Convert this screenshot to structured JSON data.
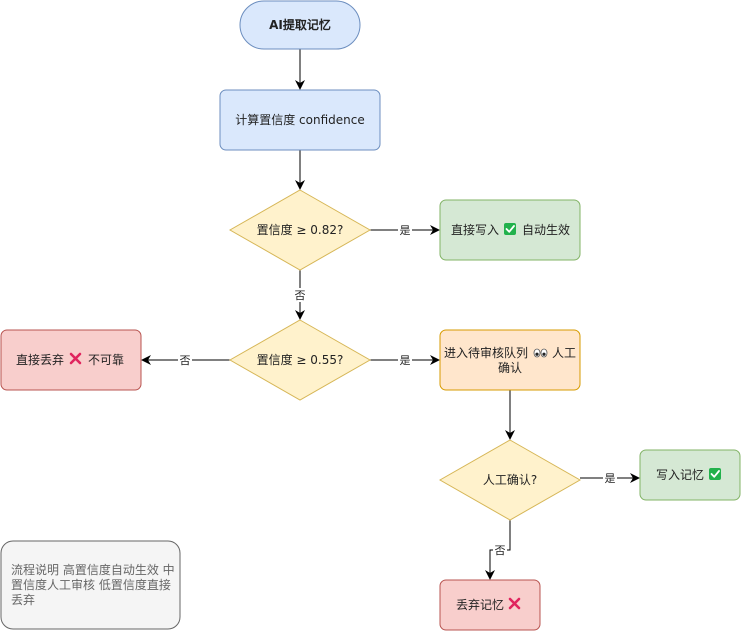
{
  "nodes": {
    "start": {
      "label": "AI提取记忆",
      "fill": "#dae8fc",
      "stroke": "#6c8ebf"
    },
    "calc": {
      "label": "计算置信度 confidence",
      "fill": "#dae8fc",
      "stroke": "#6c8ebf"
    },
    "dec1": {
      "label": "置信度 ≥ 0.82?",
      "fill": "#fff2cc",
      "stroke": "#d6b656"
    },
    "write_direct": {
      "label_a": "直接写入",
      "label_b": "自动生效",
      "icon": "check-mark",
      "fill": "#d5e8d4",
      "stroke": "#82b366"
    },
    "dec2": {
      "label": "置信度 ≥ 0.55?",
      "fill": "#fff2cc",
      "stroke": "#d6b656"
    },
    "discard_direct": {
      "label_a": "直接丢弃",
      "label_b": "不可靠",
      "icon": "cross-mark",
      "fill": "#f8cecc",
      "stroke": "#b85450"
    },
    "queue": {
      "label_a": "进入待审核队列",
      "label_b": "人工",
      "label_c": "确认",
      "icon": "eyes",
      "fill": "#ffe6cc",
      "stroke": "#d79b00"
    },
    "dec3": {
      "label": "人工确认?",
      "fill": "#fff2cc",
      "stroke": "#d6b656"
    },
    "write_mem": {
      "label": "写入记忆",
      "icon": "check-mark",
      "fill": "#d5e8d4",
      "stroke": "#82b366"
    },
    "discard_mem": {
      "label": "丢弃记忆",
      "icon": "cross-mark",
      "fill": "#f8cecc",
      "stroke": "#b85450"
    },
    "note": {
      "line1": "流程说明 高置信度自动生效 中",
      "line2": "置信度人工审核 低置信度直接",
      "line3": "丢弃",
      "fill": "#f5f5f5",
      "stroke": "#666666"
    }
  },
  "edges": {
    "yes1": "是",
    "no1": "否",
    "yes2": "是",
    "no2": "否",
    "yes3": "是",
    "no3": "否"
  }
}
